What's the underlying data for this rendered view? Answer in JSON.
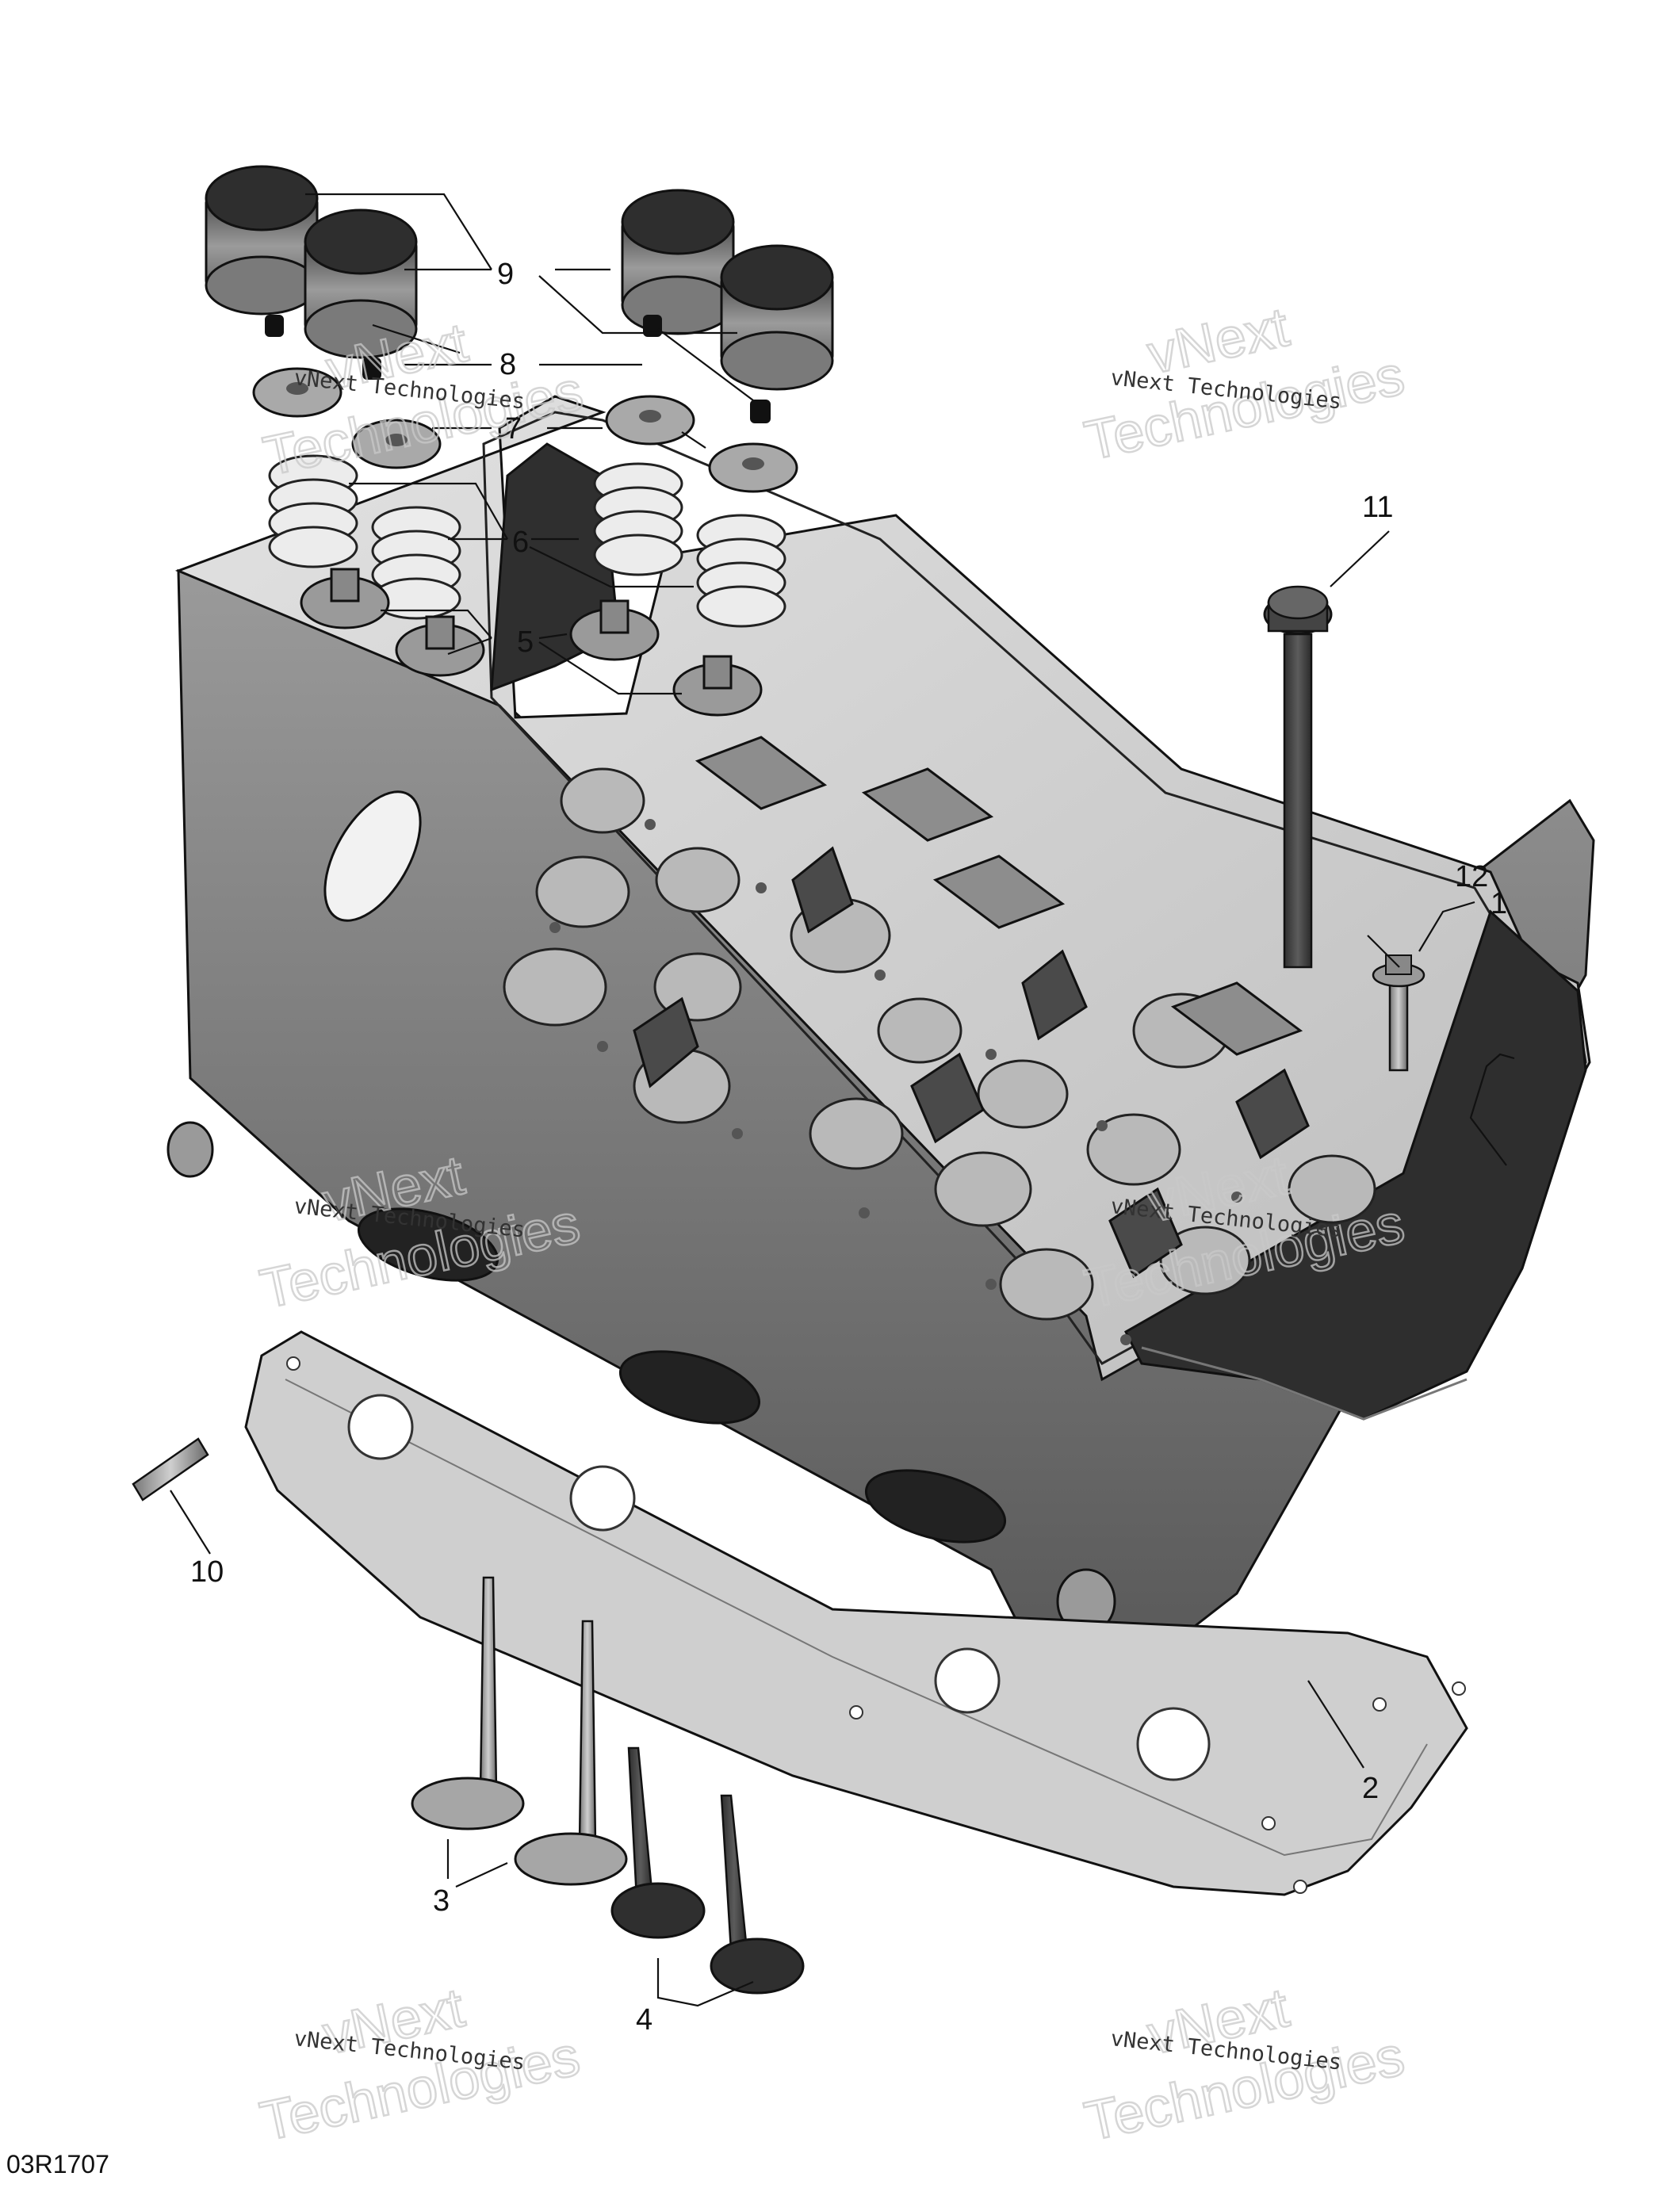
{
  "diagram": {
    "drawing_code": "03R1707",
    "watermark": {
      "line1": "vNext Technologies",
      "big_line1": "vNext",
      "big_line2": "Technologies"
    },
    "callouts": [
      "1",
      "2",
      "3",
      "4",
      "5",
      "6",
      "7",
      "8",
      "9",
      "10",
      "11",
      "12"
    ],
    "colors": {
      "metal_light": "#d2d2d2",
      "metal_mid": "#a8a8a8",
      "metal_dark": "#3a3a3a",
      "outline": "#111111"
    }
  }
}
